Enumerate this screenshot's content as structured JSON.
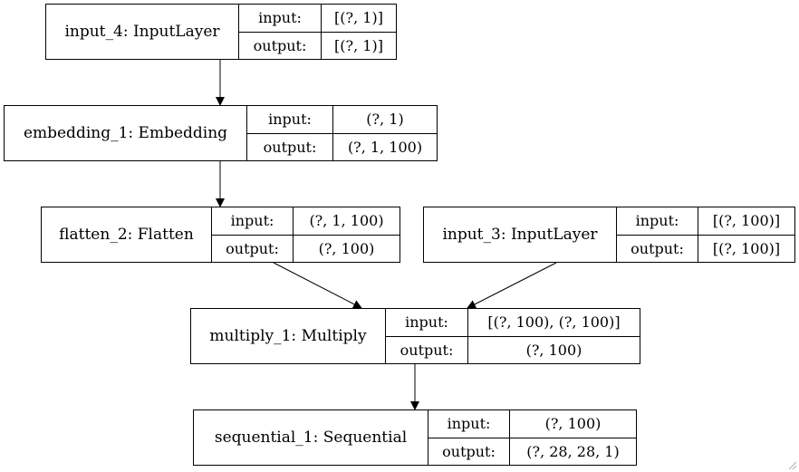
{
  "nodes": [
    {
      "id": "input_4",
      "name": "input_4: InputLayer",
      "input_label": "input:",
      "output_label": "output:",
      "input": "[(?, 1)]",
      "output": "[(?, 1)]"
    },
    {
      "id": "embedding_1",
      "name": "embedding_1: Embedding",
      "input_label": "input:",
      "output_label": "output:",
      "input": "(?, 1)",
      "output": "(?, 1, 100)"
    },
    {
      "id": "flatten_2",
      "name": "flatten_2: Flatten",
      "input_label": "input:",
      "output_label": "output:",
      "input": "(?, 1, 100)",
      "output": "(?, 100)"
    },
    {
      "id": "input_3",
      "name": "input_3: InputLayer",
      "input_label": "input:",
      "output_label": "output:",
      "input": "[(?, 100)]",
      "output": "[(?, 100)]"
    },
    {
      "id": "multiply_1",
      "name": "multiply_1: Multiply",
      "input_label": "input:",
      "output_label": "output:",
      "input": "[(?, 100), (?, 100)]",
      "output": "(?, 100)"
    },
    {
      "id": "sequential_1",
      "name": "sequential_1: Sequential",
      "input_label": "input:",
      "output_label": "output:",
      "input": "(?, 100)",
      "output": "(?, 28, 28, 1)"
    }
  ],
  "edges": [
    {
      "from": "input_4",
      "to": "embedding_1"
    },
    {
      "from": "embedding_1",
      "to": "flatten_2"
    },
    {
      "from": "flatten_2",
      "to": "multiply_1"
    },
    {
      "from": "input_3",
      "to": "multiply_1"
    },
    {
      "from": "multiply_1",
      "to": "sequential_1"
    }
  ]
}
